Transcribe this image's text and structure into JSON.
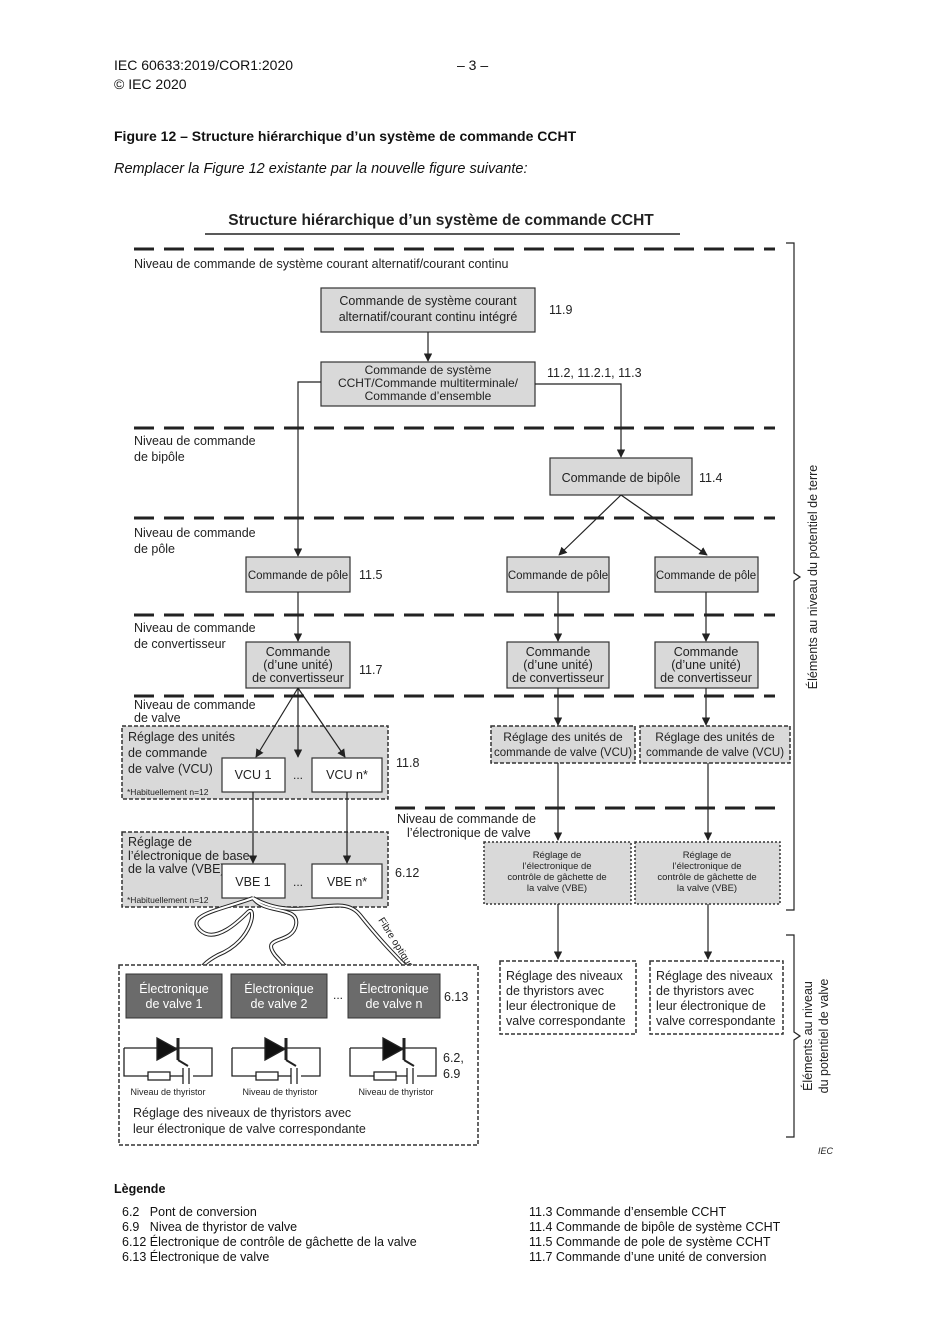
{
  "header": {
    "doc_id": "IEC 60633:2019/COR1:2020",
    "page": "– 3 –",
    "copyright": "© IEC 2020"
  },
  "figure": {
    "caption": "Figure 12 – Structure hiérarchique d’un système de commande CCHT",
    "instruction": "Remplacer la Figure 12 existante par la nouvelle figure suivante:"
  },
  "diagram": {
    "title": "Structure hiérarchique d’un système de commande CCHT",
    "levels": {
      "ac_dc": "Niveau de commande de système courant alternatif/courant continu",
      "bipole_1": "Niveau de commande",
      "bipole_2": "de bipôle",
      "pole_1": "Niveau de commande",
      "pole_2": "de pôle",
      "conv_1": "Niveau de commande",
      "conv_2": "de convertisseur",
      "valve_1": "Niveau de commande",
      "valve_2": "de valve",
      "ve_1": "Niveau de commande de",
      "ve_2": "l’électronique de valve"
    },
    "boxes": {
      "acdc_1": "Commande de système courant",
      "acdc_2": "alternatif/courant continu intégré",
      "hvdc_1": "Commande de système",
      "hvdc_2": "CCHT/Commande multiterminale/",
      "hvdc_3": "Commande d’ensemble",
      "bipole": "Commande de bipôle",
      "pole": "Commande de pôle",
      "conv_1": "Commande",
      "conv_2": "(d’une unité)",
      "conv_3": "de convertisseur",
      "vcu_group_1": "Réglage des unités",
      "vcu_group_2": "de commande",
      "vcu_group_3": "de valve (VCU)",
      "vcu1": "VCU 1",
      "vcun": "VCU n*",
      "ellipsis": "...",
      "typ_note": "*Habituellement n=12",
      "vcu_small_1": "Réglage des unités de",
      "vcu_small_2": "commande de valve (VCU)",
      "vbe_group_1": "Réglage de",
      "vbe_group_2": "l’électronique de base",
      "vbe_group_3": "de la valve (VBE)",
      "vbe1": "VBE 1",
      "vben": "VBE n*",
      "gate_1": "Réglage de",
      "gate_2": "l’électronique de",
      "gate_3": "contrôle de gâchette de",
      "gate_4": "la valve (VBE)",
      "fibre": "Fibre optique",
      "ve1_1": "Électronique",
      "ve1_2": "de valve 1",
      "ve2_1": "Électronique",
      "ve2_2": "de valve 2",
      "ven_1": "Électronique",
      "ven_2": "de valve n",
      "thyr_label": "Niveau de thyristor",
      "thyr_group_1": "Réglage des niveaux de thyristors avec",
      "thyr_group_2": "leur électronique de valve correspondante",
      "right_thyr_1": "Réglage des niveaux",
      "right_thyr_2": "de thyristors avec",
      "right_thyr_3": "leur électronique de",
      "right_thyr_4": "valve correspondante"
    },
    "refs": {
      "acdc": "11.9",
      "hvdc": "11.2, 11.2.1, 11.3",
      "bipole": "11.4",
      "pole": "11.5",
      "conv": "11.7",
      "vcu": "11.8",
      "vbe": "6.12",
      "ve": "6.13",
      "thyr_1": "6.2,",
      "thyr_2": "6.9"
    },
    "side_labels": {
      "earth": "Éléments au niveau du potentiel de terre",
      "valve_1": "Éléments au niveau",
      "valve_2": "du potentiel de valve"
    },
    "source": "IEC"
  },
  "legend": {
    "title": "Lègende",
    "left": [
      "6.2   Pont de conversion",
      "6.9   Nivea de thyristor de valve",
      "6.12 Électronique de contrôle de gâchette de la valve",
      "6.13 Électronique de valve"
    ],
    "right": [
      "11.3 Commande d’ensemble CCHT",
      "11.4 Commande de bipôle de système CCHT",
      "11.5 Commande de pole de système CCHT",
      "11.7 Commande d’une unité de conversion"
    ]
  }
}
